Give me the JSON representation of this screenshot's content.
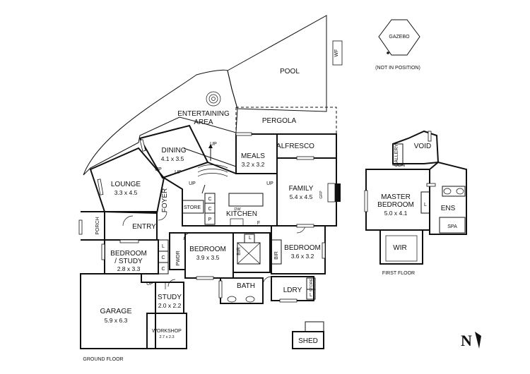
{
  "colors": {
    "ink": "#111111",
    "paper": "#ffffff"
  },
  "labels": {
    "pool": "POOL",
    "wf": "WF",
    "gazebo": "GAZEBO",
    "gazebo_note": "(NOT IN POSITION)",
    "entertaining_1": "ENTERTAINING",
    "entertaining_2": "AREA",
    "pergola": "PERGOLA",
    "alfresco": "ALFRESCO",
    "meals": "MEALS",
    "meals_dim": "3.2 x 3.2",
    "dining": "DINING",
    "dining_dim": "4.1 x 3.5",
    "lounge": "LOUNGE",
    "lounge_dim": "3.3 x 4.5",
    "family": "FAMILY",
    "family_dim": "5.4 x 4.5",
    "gfp": "GFP",
    "foyer": "FOYER",
    "store": "STORE",
    "kitchen": "KITCHEN",
    "dw": "DW",
    "c": "C",
    "p": "P",
    "f": "F",
    "entry": "ENTRY",
    "porch": "PORCH",
    "bed_study_1": "BEDROOM",
    "bed_study_2": "/ STUDY",
    "bed_study_dim": "2.8 x 3.3",
    "l": "L",
    "pwdr": "PWDR",
    "bedroom": "BEDROOM",
    "bedroom2_dim": "3.9 x 3.5",
    "bedroom3_dim": "3.6 x 3.2",
    "bir": "BIR",
    "bath": "BATH",
    "ldry": "LDRY",
    "study": "STUDY",
    "study_dim": "2.0 x 2.2",
    "garage": "GARAGE",
    "garage_dim": "5.9 x 6.3",
    "workshop": "WORKSHOP",
    "workshop_dim": "2.7 x 2.3",
    "shed": "SHED",
    "up": "UP",
    "ground_floor": "GROUND FLOOR",
    "first_floor": "FIRST FLOOR",
    "gallery": "GALLERY",
    "dn": "DN",
    "void": "VOID",
    "master_1": "MASTER",
    "master_2": "BEDROOM",
    "master_dim": "5.0 x 4.1",
    "ens": "ENS",
    "spa": "SPA",
    "wir": "WIR",
    "north": "N"
  }
}
